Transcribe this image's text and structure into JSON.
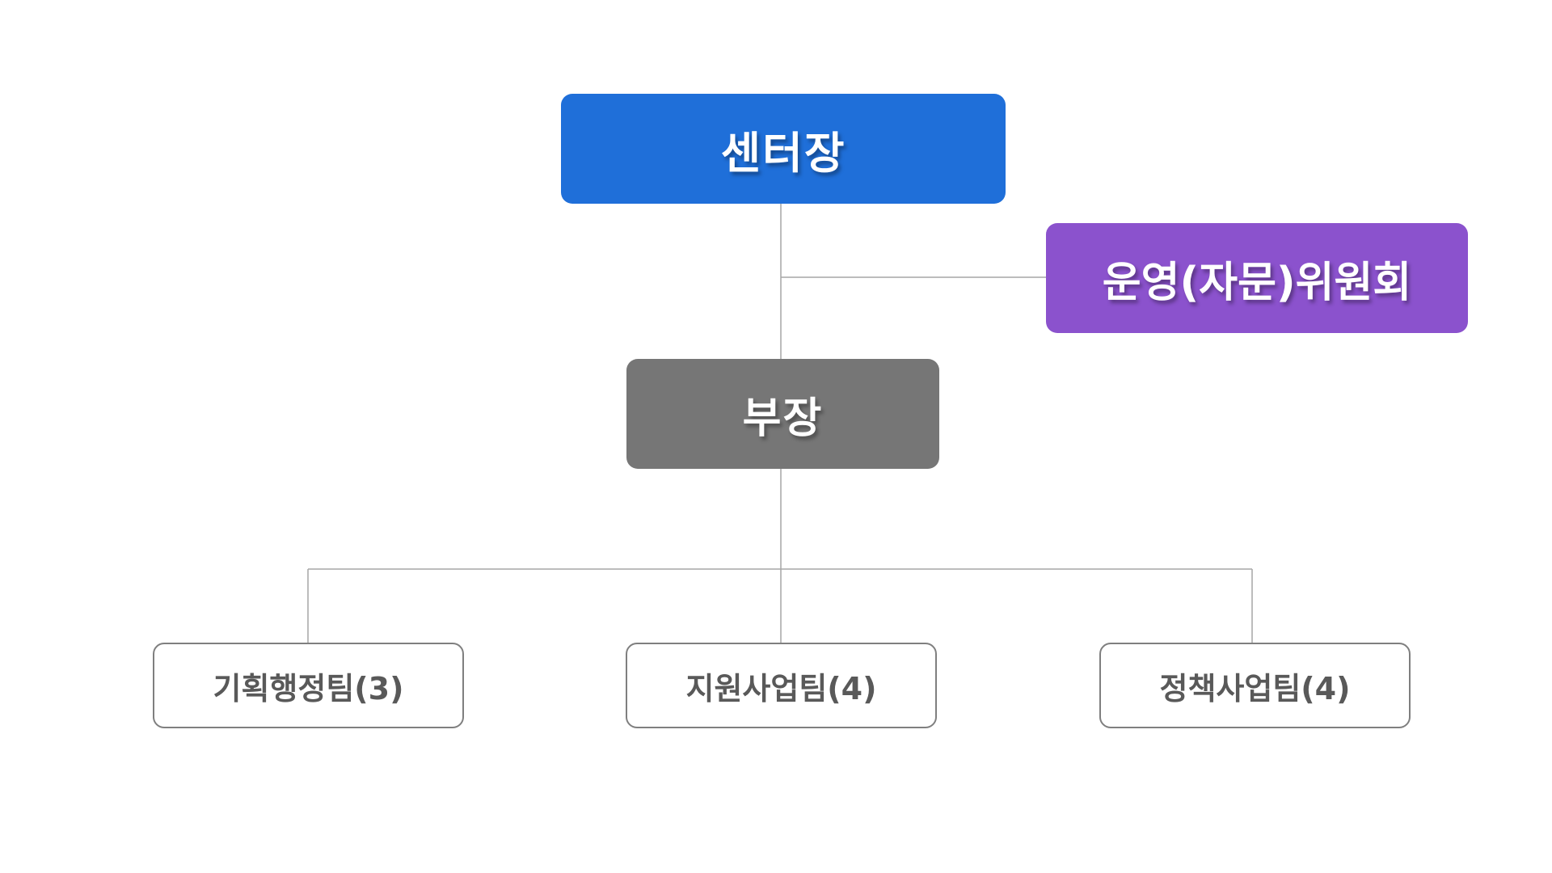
{
  "org_chart": {
    "director": {
      "label": "센터장",
      "color": "#1f6fd9"
    },
    "committee": {
      "label": "운영(자문)위원회",
      "color": "#8b52cd"
    },
    "manager": {
      "label": "부장",
      "color": "#767676"
    },
    "teams": [
      {
        "label": "기획행정팀(3)"
      },
      {
        "label": "지원사업팀(4)"
      },
      {
        "label": "정책사업팀(4)"
      }
    ],
    "connector_color": "#a6a6a6",
    "team_border_color": "#7f7f7f",
    "team_text_color": "#595959"
  }
}
